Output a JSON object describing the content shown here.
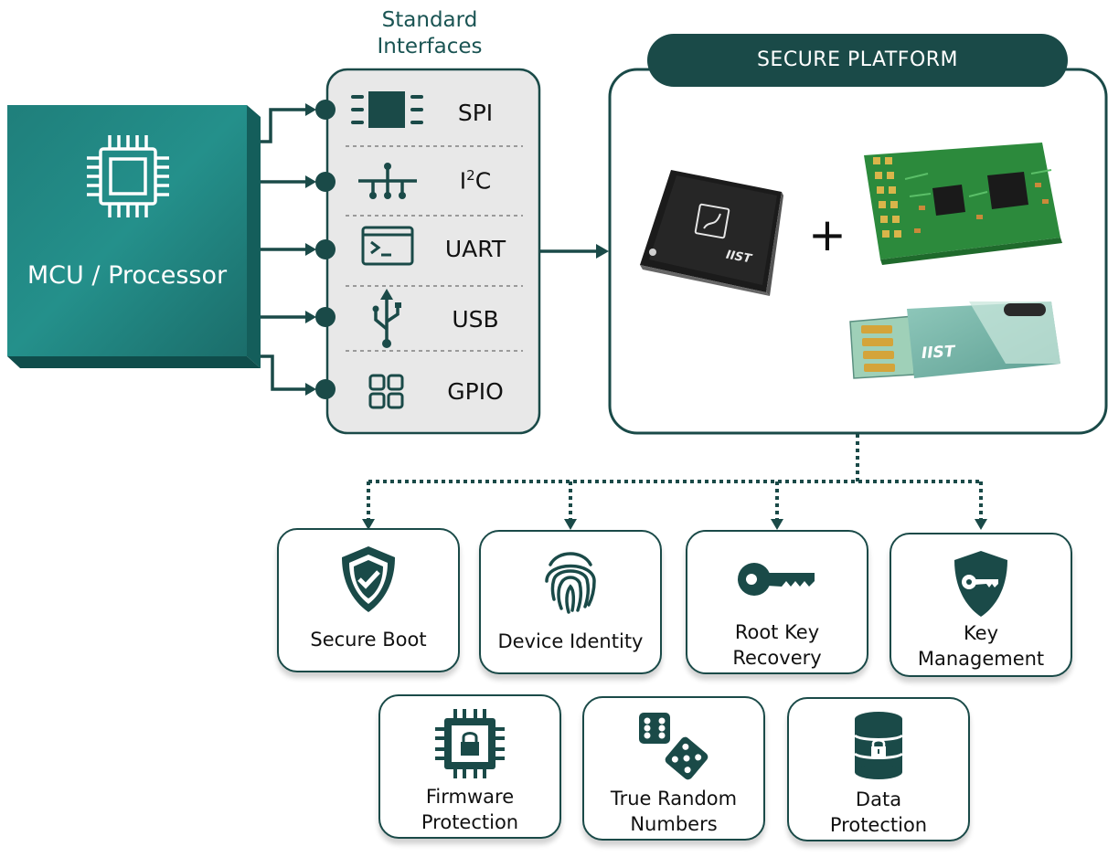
{
  "mcu": {
    "label": "MCU / Processor"
  },
  "interfaces": {
    "title_line1": "Standard",
    "title_line2": "Interfaces",
    "items": [
      {
        "label": "SPI",
        "icon": "spi-chip-icon"
      },
      {
        "label": "I2C",
        "icon": "i2c-bus-icon"
      },
      {
        "label": "UART",
        "icon": "terminal-icon"
      },
      {
        "label": "USB",
        "icon": "usb-icon"
      },
      {
        "label": "GPIO",
        "icon": "grid-icon"
      }
    ]
  },
  "secure_platform": {
    "title": "SECURE PLATFORM",
    "chip_brand": "IIST",
    "usb_brand": "IIST",
    "plus": "+"
  },
  "features": [
    {
      "line1": "Secure Boot",
      "line2": "",
      "icon": "shield-check-icon"
    },
    {
      "line1": "Device Identity",
      "line2": "",
      "icon": "fingerprint-icon"
    },
    {
      "line1": "Root Key",
      "line2": "Recovery",
      "icon": "key-icon"
    },
    {
      "line1": "Key",
      "line2": "Management",
      "icon": "shield-key-icon"
    },
    {
      "line1": "Firmware",
      "line2": "Protection",
      "icon": "chip-lock-icon"
    },
    {
      "line1": "True Random",
      "line2": "Numbers",
      "icon": "dice-icon"
    },
    {
      "line1": "Data",
      "line2": "Protection",
      "icon": "database-lock-icon"
    }
  ],
  "colors": {
    "teal_dark": "#1a4a48",
    "teal": "#1e7a77",
    "panel_gray": "#e8e8e8"
  }
}
